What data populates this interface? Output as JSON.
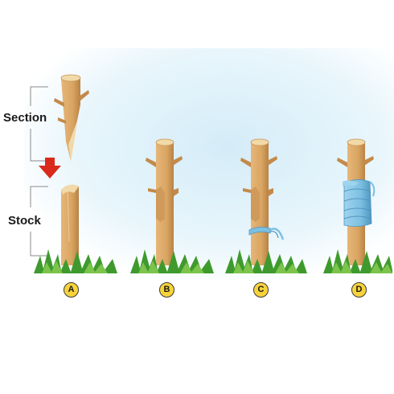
{
  "labels": {
    "section": "Section",
    "stock": "Stock"
  },
  "steps": [
    "A",
    "B",
    "C",
    "D"
  ],
  "colors": {
    "wood": "#dca968",
    "wood_shadow": "#b98245",
    "wood_top": "#f2d9a9",
    "grass": "#3f9a2e",
    "grass_light": "#7cc44b",
    "wrap": "#7cc0e2",
    "wrap_dark": "#4e95bf",
    "arrow": "#d92a1c",
    "badge": "#f7d33a",
    "sky": "#dff1fa"
  }
}
